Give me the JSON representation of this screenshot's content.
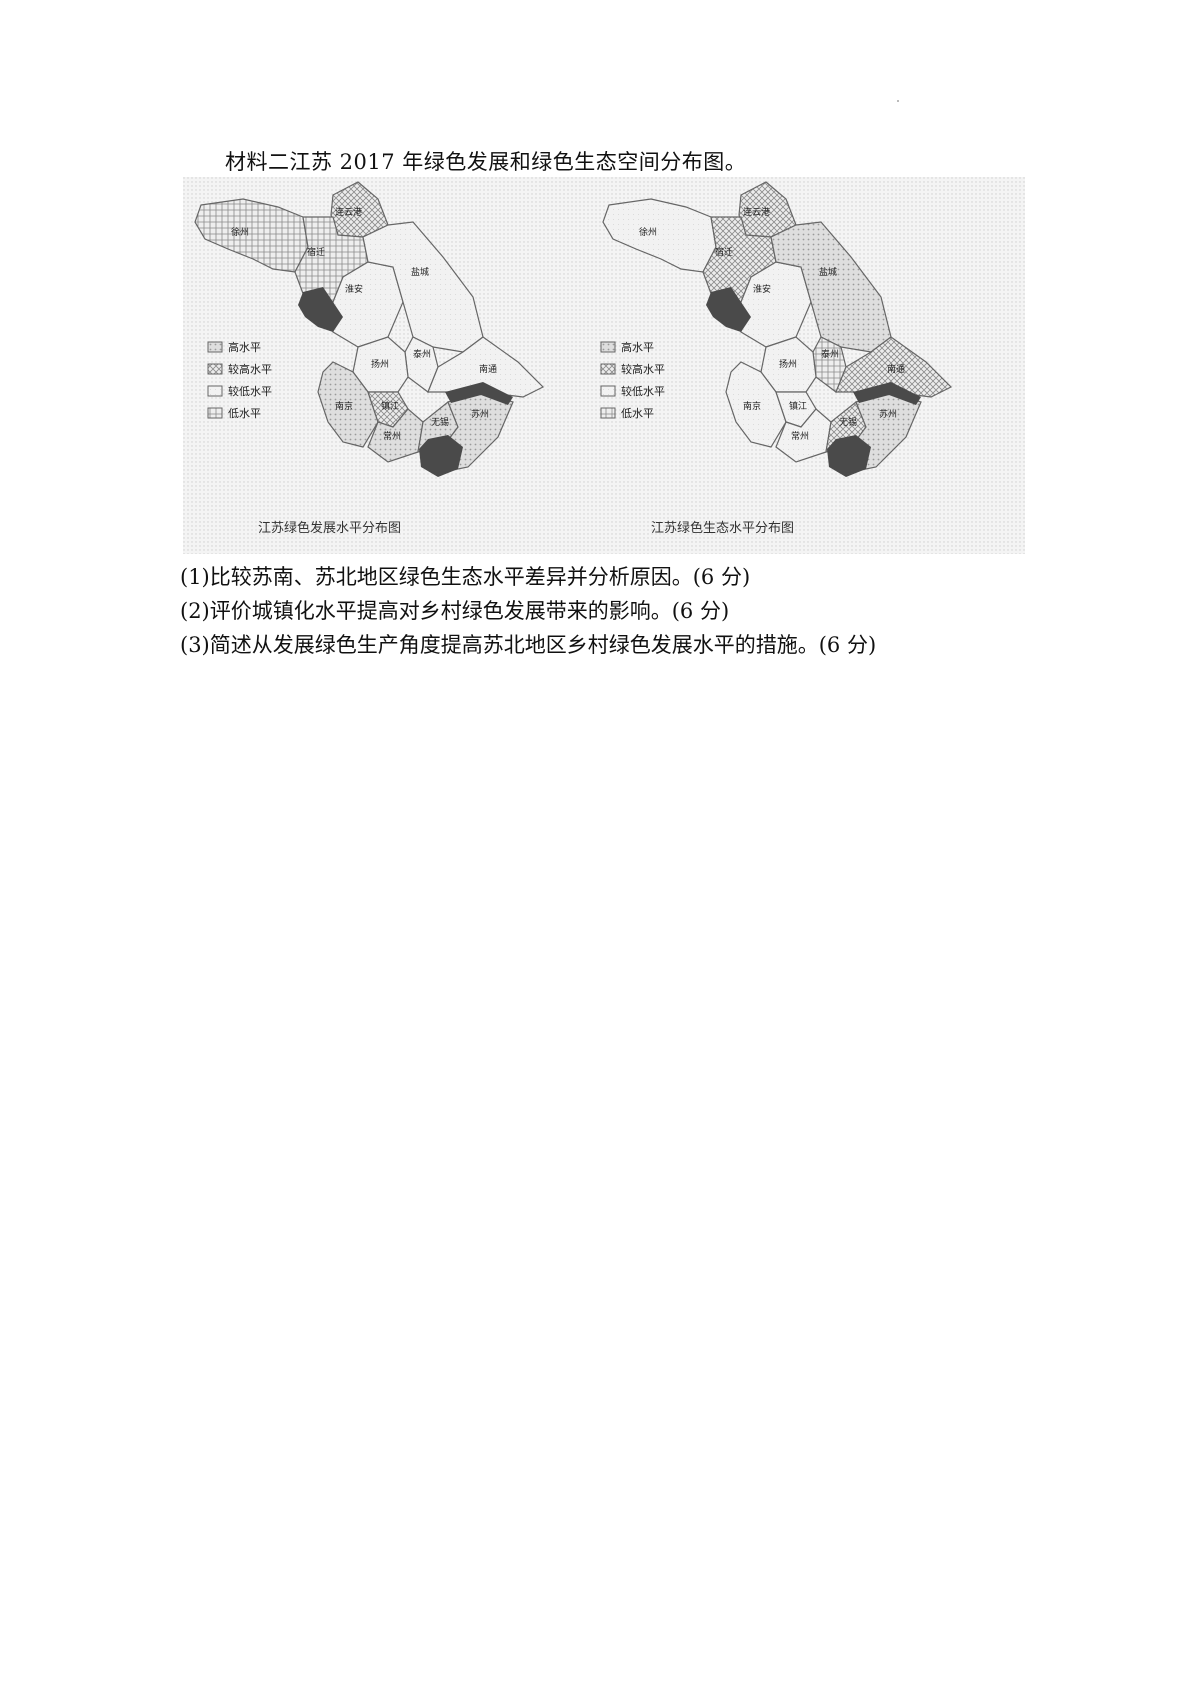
{
  "material": {
    "intro": "材料二江苏 2017 年绿色发展和绿色生态空间分布图。"
  },
  "maps": {
    "left": {
      "caption": "江苏绿色发展水平分布图",
      "legend": [
        "高水平",
        "较高水平",
        "较低水平",
        "低水平"
      ],
      "cities": [
        "连云港",
        "徐州",
        "宿迁",
        "淮安",
        "盐城",
        "泰州",
        "扬州",
        "南通",
        "南京",
        "镇江",
        "常州",
        "无锡",
        "苏州"
      ]
    },
    "right": {
      "caption": "江苏绿色生态水平分布图",
      "legend": [
        "高水平",
        "较高水平",
        "较低水平",
        "低水平"
      ],
      "cities": [
        "连云港",
        "徐州",
        "宿迁",
        "淮安",
        "盐城",
        "泰州",
        "扬州",
        "南通",
        "南京",
        "镇江",
        "常州",
        "无锡",
        "苏州"
      ]
    }
  },
  "questions": [
    "(1)比较苏南、苏北地区绿色生态水平差异并分析原因。(6 分)",
    "(2)评价城镇化水平提高对乡村绿色发展带来的影响。(6 分)",
    "(3)简述从发展绿色生产角度提高苏北地区乡村绿色发展水平的措施。(6 分)"
  ],
  "colors": {
    "lake": "#4a4a4a",
    "region_light": "#e9e9e9",
    "background_dots": "#dcdcdc"
  }
}
